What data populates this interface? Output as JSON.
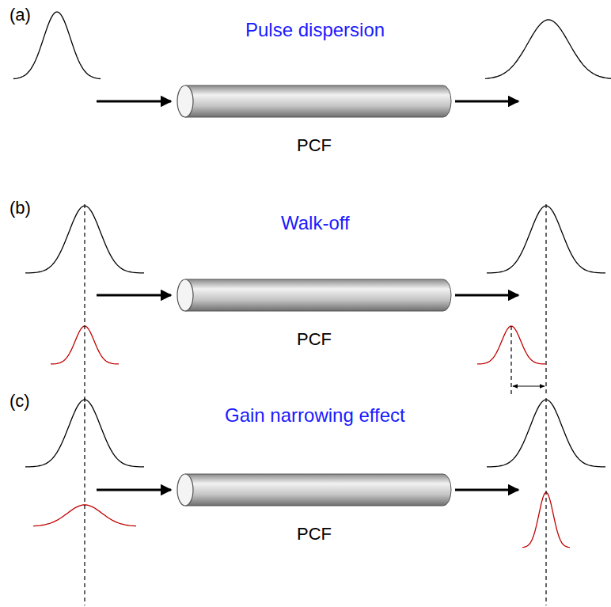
{
  "diagram": {
    "nodes": [
      {
        "text": [
          "PCF"
        ]
      },
      {
        "text": [
          "PCF"
        ]
      },
      {
        "text": [
          "PCF"
        ]
      }
    ],
    "labels": [
      "(a)",
      "Pulse dispersion",
      "(b)",
      "Walk-off",
      "(c)",
      "Gain narrowing effect"
    ]
  }
}
